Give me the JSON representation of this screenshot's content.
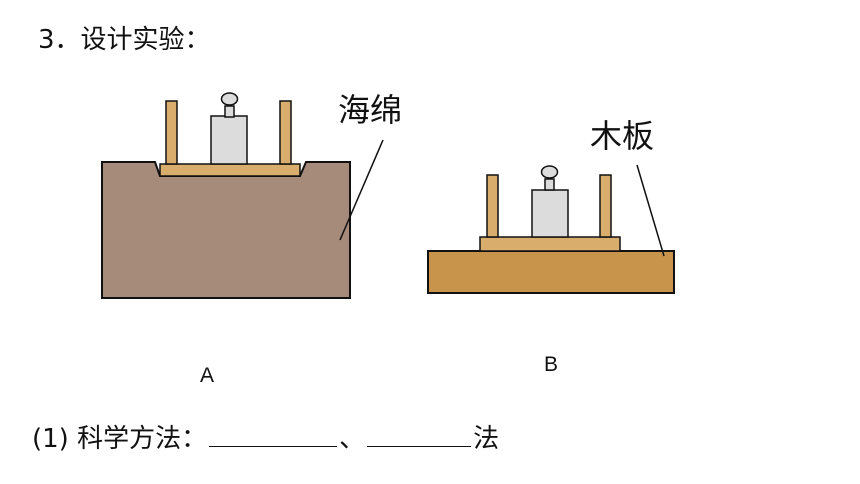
{
  "heading": {
    "number": "3．",
    "text": "设计实验："
  },
  "figure_a": {
    "label": "海绵",
    "caption": "A"
  },
  "figure_b": {
    "label": "木板",
    "caption": "B"
  },
  "question": {
    "prefix": "(1)",
    "text": "科学方法：",
    "separator": "、",
    "suffix": "法"
  },
  "colors": {
    "sponge_fill": "#a68a7a",
    "board_fill": "#c8934a",
    "stand_fill": "#d9ae6c",
    "weight_fill": "#dcdcdc",
    "outline": "#111111"
  }
}
